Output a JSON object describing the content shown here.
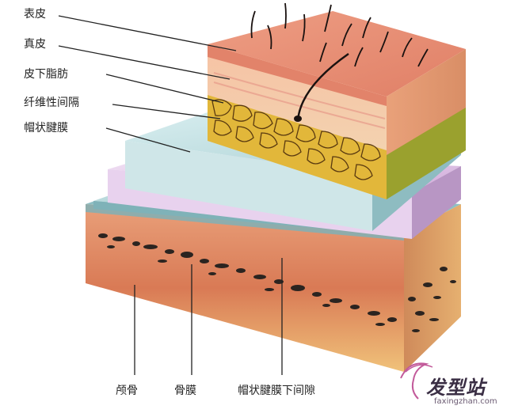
{
  "labels": {
    "epidermis": "表皮",
    "dermis": "真皮",
    "subcutaneous_fat": "皮下脂肪",
    "fibrous_septa": "纤维性间隔",
    "galea": "帽状腱膜",
    "skull": "颅骨",
    "periosteum": "骨膜",
    "subgaleal_space": "帽状腱膜下间隙"
  },
  "watermark": {
    "brand": "发型站",
    "url": "faxingzhan.com"
  },
  "colors": {
    "epidermis": "#e8967a",
    "dermis": "#f2b596",
    "fat": "#d9b33a",
    "galea": "#a9cfd2",
    "subgaleal": "#d9bfe3",
    "periosteum": "#8fbfc4",
    "skull": "#e0956e",
    "bone_dark": "#2b2420"
  }
}
